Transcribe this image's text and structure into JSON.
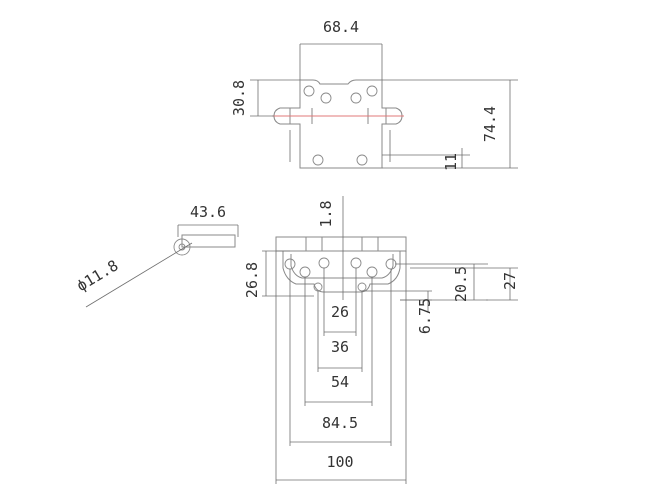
{
  "dimensions": {
    "top_width": "68.4",
    "top_height": "30.8",
    "overall_height": "74.4",
    "bottom_offset": "11",
    "pin_length": "43.6",
    "pin_diameter": "ϕ11.8",
    "gap": "1.8",
    "plate_height": "26.8",
    "hole_row_1": "20.5",
    "hole_row_2": "27",
    "hole_offset": "6.75",
    "span_26": "26",
    "span_36": "36",
    "span_54": "54",
    "span_84_5": "84.5",
    "span_100": "100"
  },
  "colors": {
    "line": "#6f6f6f",
    "part": "#8a8a8a",
    "center_line": "#e07878"
  }
}
